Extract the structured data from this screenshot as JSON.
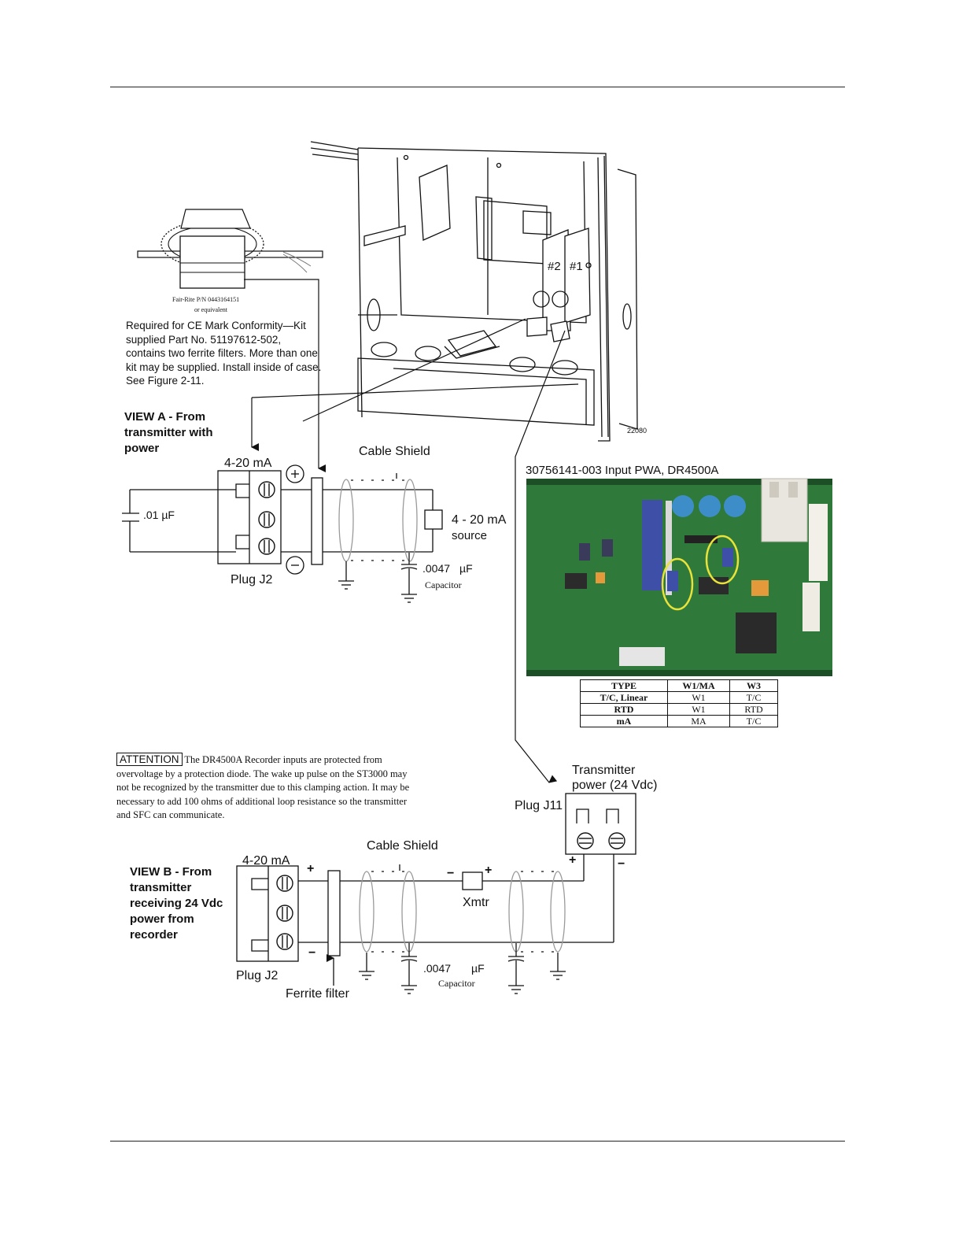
{
  "ferrite_callout": {
    "part_label": "Fair-Rite P/N 0443164151",
    "part_label_2": "or equivalent",
    "note": "Required for CE Mark Conformity—Kit supplied Part No. 51197612-502, contains two ferrite filters. More than one kit may be supplied. Install inside of case. See Figure 2-11."
  },
  "enclosure": {
    "channel_1": "#1",
    "channel_2": "#2",
    "drawing_number": "22080"
  },
  "view_a": {
    "title": "VIEW A - From transmitter with power",
    "current_label": "4-20 mA",
    "capacitor_label": ".01 µF",
    "plus": "+",
    "minus": "−",
    "plug_label": "Plug  J2",
    "cable_shield": "Cable Shield",
    "source_label_1": "4 - 20 mA",
    "source_label_2": "source",
    "cap_value": ".0047",
    "cap_unit": "µF",
    "cap_word": "Capacitor"
  },
  "pwa": {
    "title": "30756141-003  Input PWA, DR4500A",
    "table": {
      "headers": [
        "TYPE",
        "W1/MA",
        "W3"
      ],
      "rows": [
        [
          "T/C, Linear",
          "W1",
          "T/C"
        ],
        [
          "RTD",
          "W1",
          "RTD"
        ],
        [
          "mA",
          "MA",
          "T/C"
        ]
      ]
    }
  },
  "attention": {
    "label": "ATTENTION",
    "text": "The DR4500A Recorder inputs are protected from overvoltage by a protection diode. The wake up pulse on the ST3000 may not be recognized by the transmitter due to this clamping action. It may be necessary to add 100 ohms of additional loop resistance so the transmitter and SFC can communicate."
  },
  "view_b": {
    "title": "VIEW B - From transmitter receiving 24 Vdc power from recorder",
    "current_label": "4-20 mA",
    "plus": "+",
    "minus": "−",
    "plug_label": "Plug  J2",
    "cable_shield": "Cable Shield",
    "xmtr": "Xmtr",
    "cap_value": ".0047",
    "cap_unit": "µF",
    "cap_word": "Capacitor",
    "ferrite_filter": "Ferrite filter",
    "plug_j11": "Plug J11",
    "tx_power_1": "Transmitter",
    "tx_power_2": "power (24 Vdc)"
  }
}
